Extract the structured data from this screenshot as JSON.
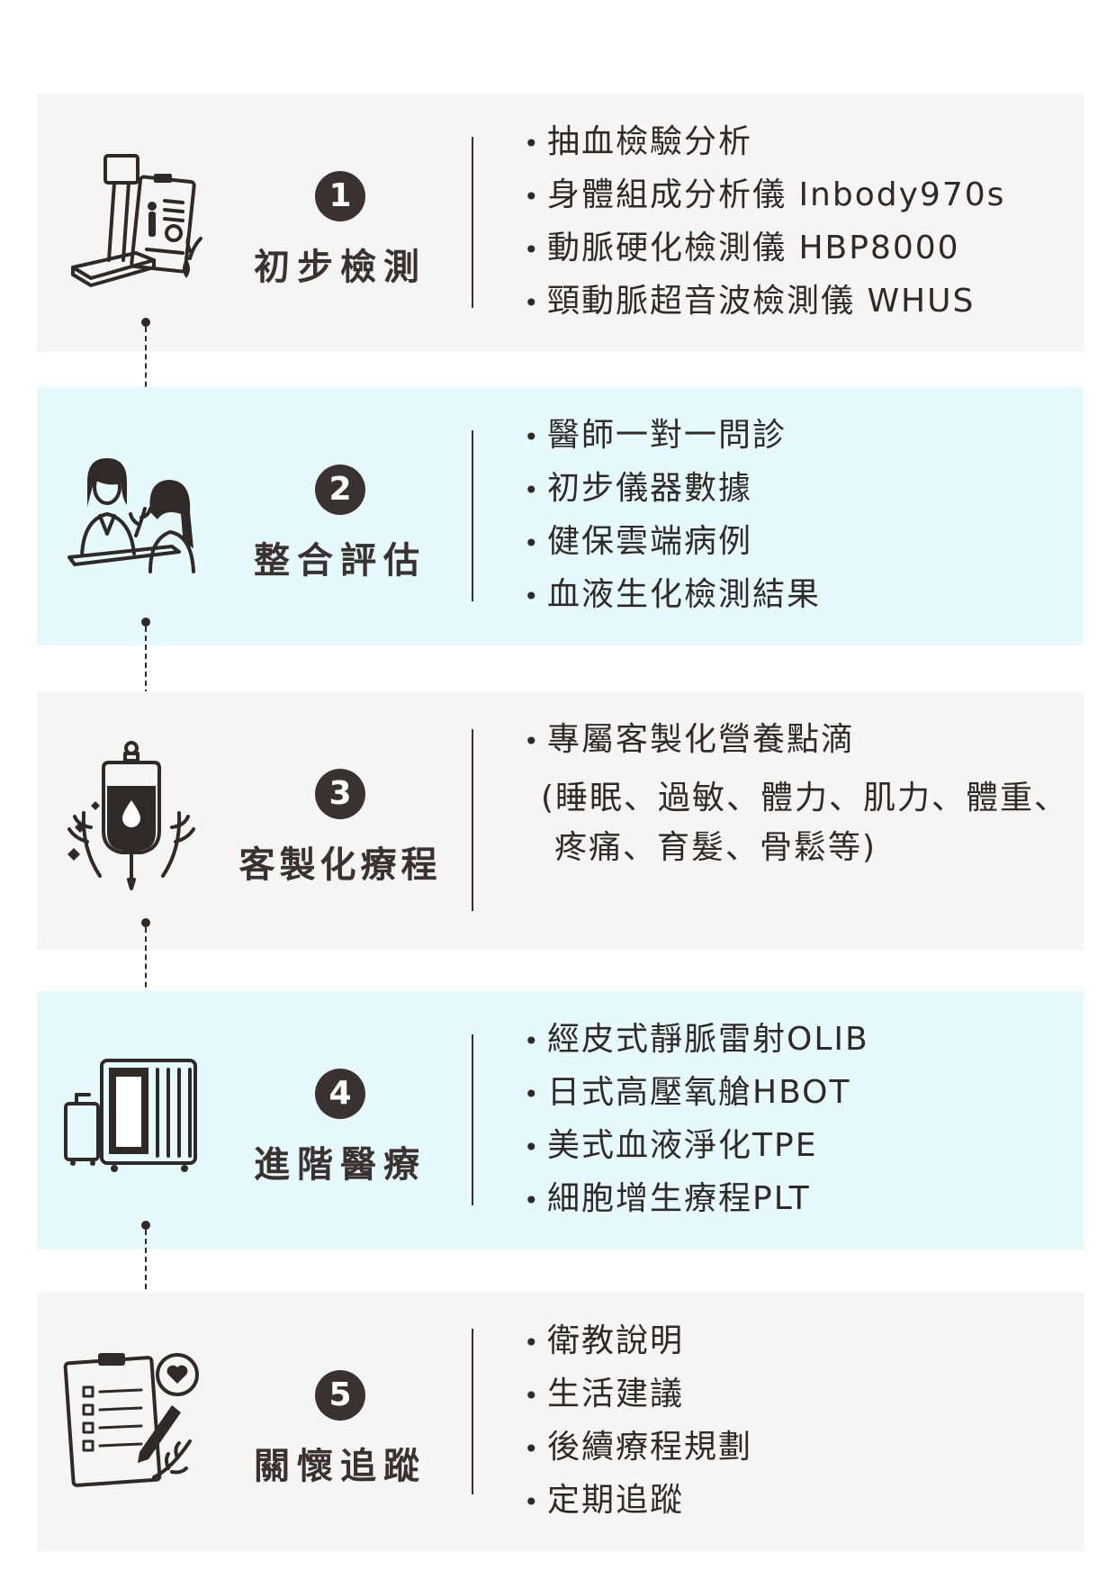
{
  "steps": [
    {
      "number": "1",
      "title": "初步檢測",
      "icon": "body-scanner-clipboard-icon",
      "items": [
        "抽血檢驗分析",
        "身體組成分析儀 Inbody970s",
        "動脈硬化檢測儀 HBP8000",
        "頸動脈超音波檢測儀 WHUS"
      ]
    },
    {
      "number": "2",
      "title": "整合評估",
      "icon": "doctor-consultation-icon",
      "items": [
        "醫師一對一問診",
        "初步儀器數據",
        "健保雲端病例",
        "血液生化檢測結果"
      ]
    },
    {
      "number": "3",
      "title": "客製化療程",
      "icon": "iv-drip-bag-icon",
      "items": [
        "專屬客製化營養點滴"
      ],
      "note_lines": [
        "(睡眠、過敏、體力、肌力、體重、",
        "疼痛、育髮、骨鬆等)"
      ]
    },
    {
      "number": "4",
      "title": "進階醫療",
      "icon": "hyperbaric-chamber-icon",
      "items": [
        "經皮式靜脈雷射OLIB",
        "日式高壓氧艙HBOT",
        "美式血液淨化TPE",
        "細胞增生療程PLT"
      ]
    },
    {
      "number": "5",
      "title": "關懷追蹤",
      "icon": "checklist-heart-icon",
      "items": [
        "衛教說明",
        "生活建議",
        "後續療程規劃",
        "定期追蹤"
      ]
    }
  ],
  "bullet": "•",
  "colors": {
    "gray_panel": "#f5f5f5",
    "blue_panel": "#e6f9fd",
    "dark": "#3a3230"
  }
}
